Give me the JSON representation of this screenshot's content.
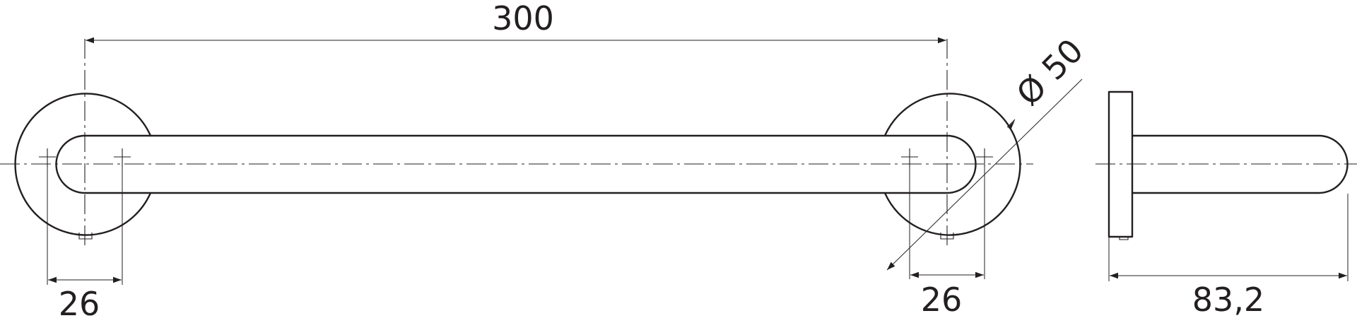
{
  "dimensions": {
    "length": "300",
    "diameter": "Ø 50",
    "left_offset": "26",
    "right_offset": "26",
    "depth": "83,2"
  },
  "colors": {
    "line": "#231f20",
    "background": "#ffffff"
  }
}
